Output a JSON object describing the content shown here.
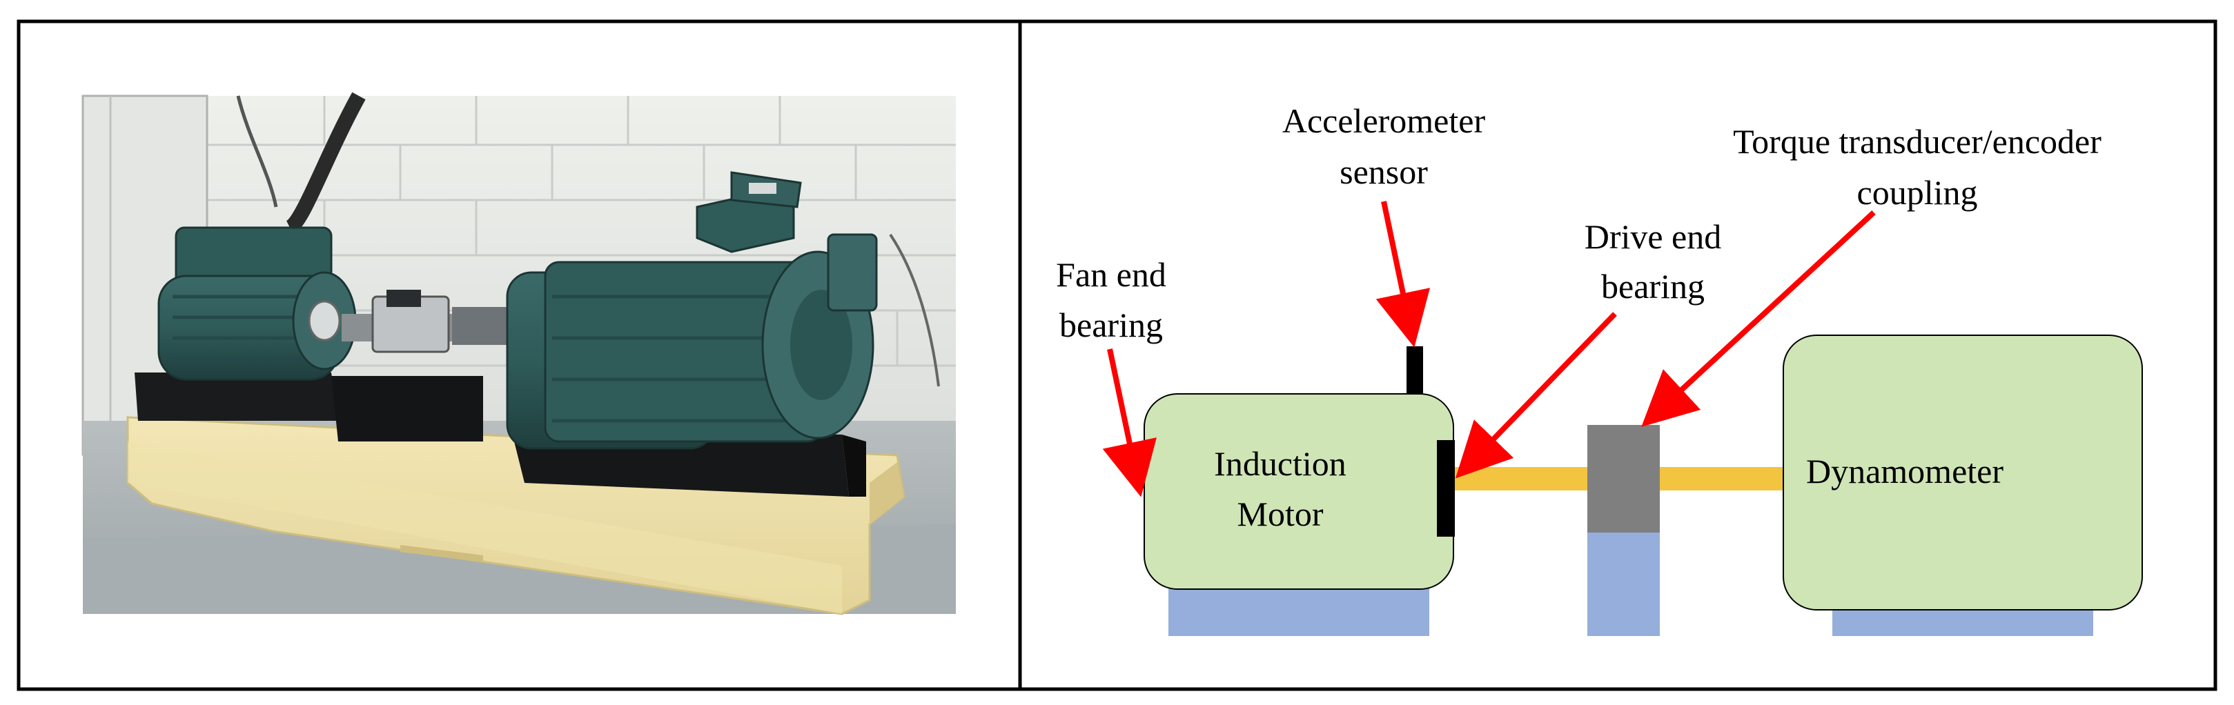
{
  "photo_panel": {
    "description_icon": "test-rig-photo"
  },
  "diagram": {
    "labels": {
      "fan_end_bearing": [
        "Fan end",
        "bearing"
      ],
      "accelerometer": [
        "Accelerometer",
        "sensor"
      ],
      "drive_end_bearing": [
        "Drive end",
        "bearing"
      ],
      "torque_transducer": [
        "Torque transducer/encoder",
        "coupling"
      ],
      "induction_motor": [
        "Induction",
        "Motor"
      ],
      "dynamometer": "Dynamometer"
    },
    "colors": {
      "motor_fill": "#cfe5b6",
      "base_fill": "#95aedb",
      "shaft": "#f2c440",
      "coupling": "#7f7f7f",
      "arrow": "#ff0000",
      "sensor": "#000000"
    }
  }
}
